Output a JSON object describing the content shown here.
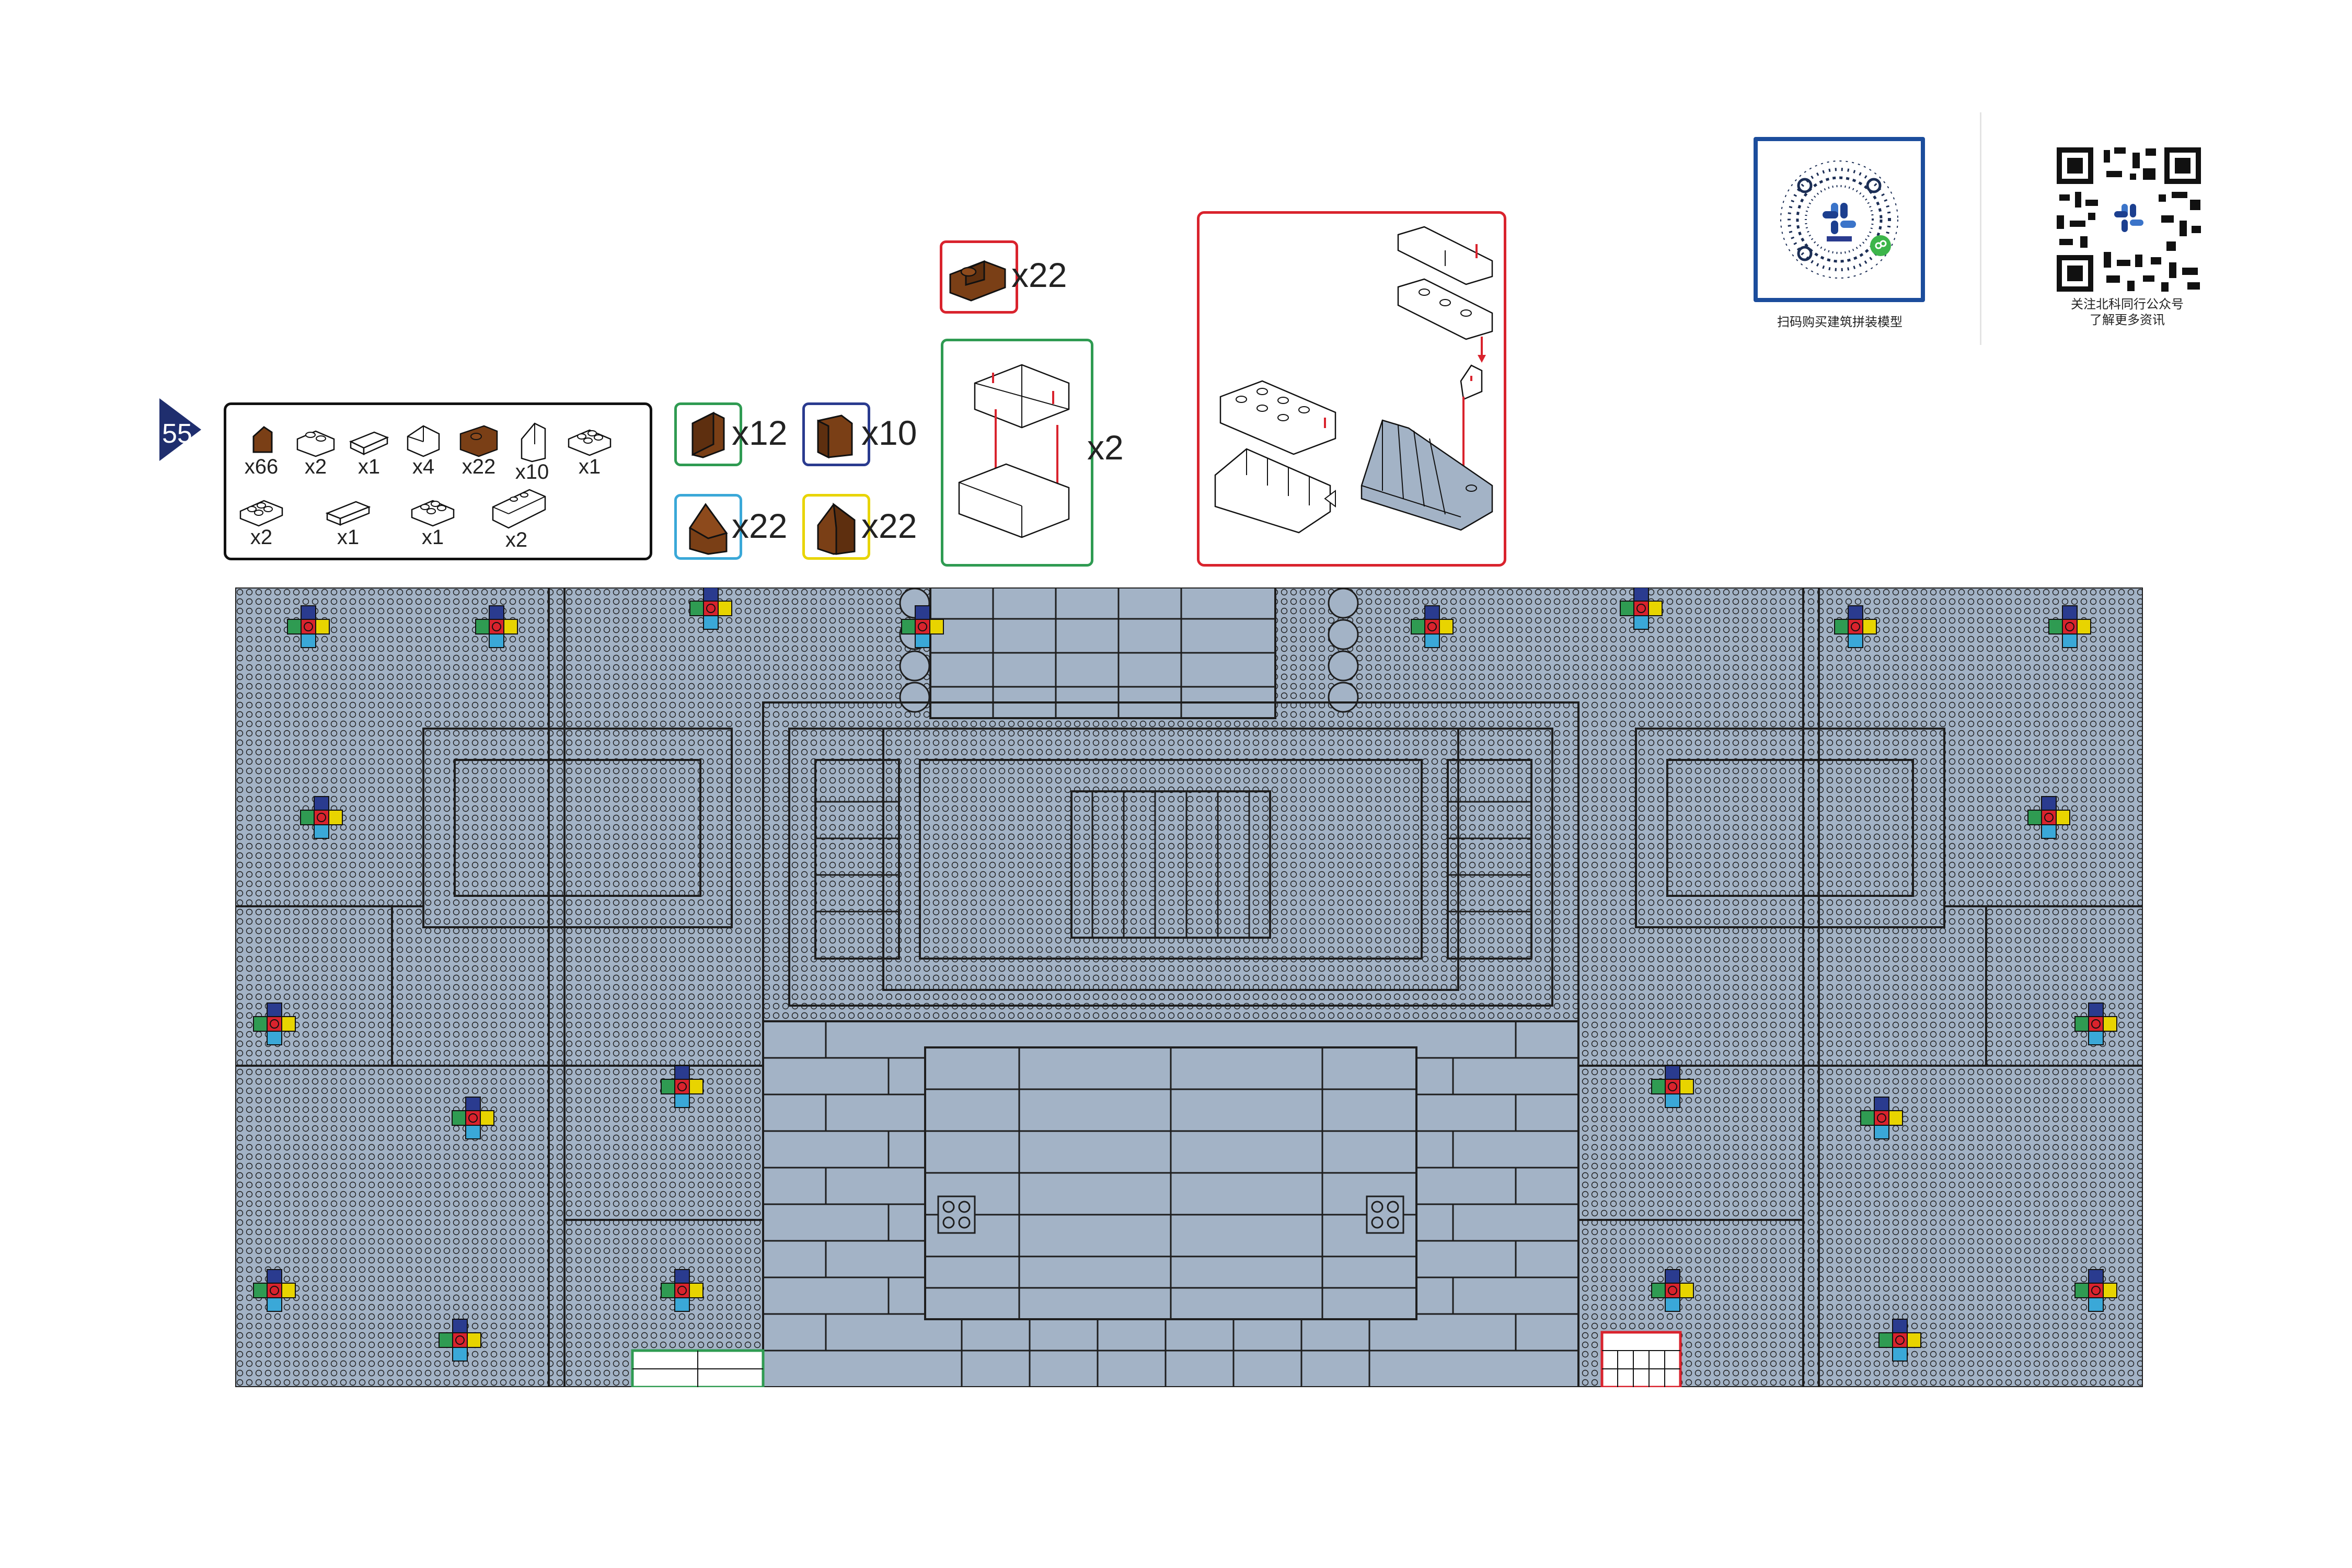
{
  "step": {
    "number": "55"
  },
  "parts": [
    {
      "id": "slope-brown-small",
      "qty": "x66"
    },
    {
      "id": "brick-1x2-white",
      "qty": "x2"
    },
    {
      "id": "tile-1x2-white",
      "qty": "x1"
    },
    {
      "id": "slope-white-2x2",
      "qty": "x4"
    },
    {
      "id": "bracket-brown",
      "qty": "x22"
    },
    {
      "id": "slope-steep-white",
      "qty": "x10"
    },
    {
      "id": "plate-2x2-white",
      "qty": "x1"
    },
    {
      "id": "plate-2x3-white",
      "qty": "x2"
    },
    {
      "id": "tile-1x3-white",
      "qty": "x1"
    },
    {
      "id": "plate-2x2-white-b",
      "qty": "x1"
    },
    {
      "id": "slope-2x4-white",
      "qty": "x2"
    }
  ],
  "colored_parts": [
    {
      "border": "#2f9b52",
      "qty": "x12"
    },
    {
      "border": "#2a3b8f",
      "qty": "x10"
    },
    {
      "border": "#3aa8d8",
      "qty": "x22"
    },
    {
      "border": "#e8d400",
      "qty": "x22"
    }
  ],
  "callouts": {
    "bracket_qty": "x22",
    "green_box_qty": "x2"
  },
  "qr": {
    "miniprogram_caption": "扫码购买建筑拼装模型",
    "account_caption_line1": "关注北科同行公众号",
    "account_caption_line2": "了解更多资讯",
    "brand_text": "北科同行"
  },
  "colors": {
    "baseplate": "#a3b3c6",
    "board_line": "#1e1e1e",
    "accent_red": "#d9232d",
    "accent_green": "#2f9b52",
    "accent_navy": "#2a3b8f",
    "accent_blue": "#3aa8d8",
    "accent_yellow": "#e8d400",
    "brown": "#7a3f16"
  },
  "icons": [
    "step-arrow-icon",
    "qr-code-icon",
    "brick-icon",
    "arrow-down-icon"
  ]
}
